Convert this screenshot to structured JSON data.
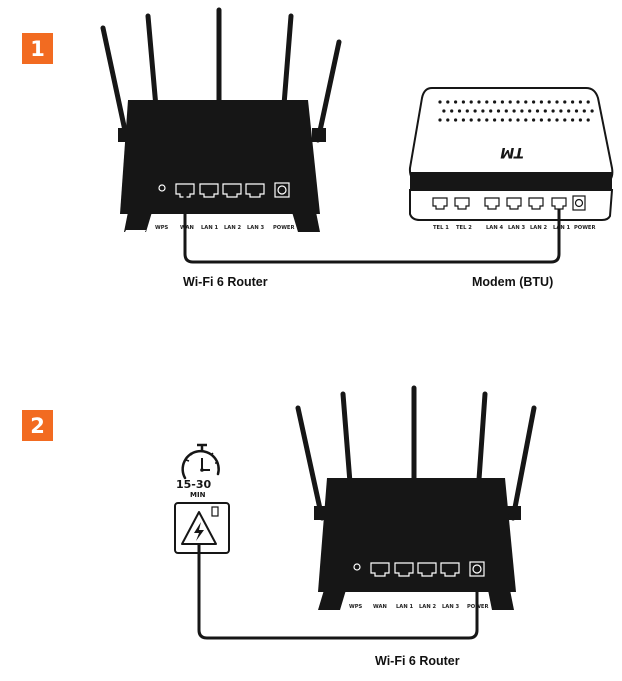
{
  "colors": {
    "accent": "#F26B21",
    "ink": "#111111",
    "device_body": "#161616",
    "background": "#FFFFFF"
  },
  "steps": [
    {
      "number": "1"
    },
    {
      "number": "2"
    }
  ],
  "step1": {
    "router_caption": "Wi-Fi 6 Router",
    "modem_caption": "Modem (BTU)",
    "router_ports": [
      "WPS",
      "WAN",
      "LAN 1",
      "LAN 2",
      "LAN 3",
      "POWER"
    ],
    "modem_ports": [
      "TEL 1",
      "TEL 2",
      "LAN 4",
      "LAN 3",
      "LAN 2",
      "LAN 1",
      "POWER"
    ],
    "modem_logo": "TM"
  },
  "step2": {
    "router_caption": "Wi-Fi 6 Router",
    "router_ports": [
      "WPS",
      "WAN",
      "LAN 1",
      "LAN 2",
      "LAN 3",
      "POWER"
    ],
    "wait_value": "15-30",
    "wait_unit": "MIN"
  }
}
